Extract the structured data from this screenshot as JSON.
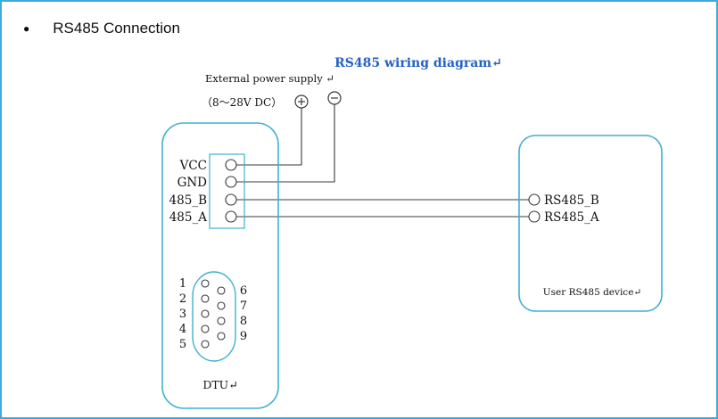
{
  "heading": {
    "bullet": "●",
    "text": "RS485 Connection"
  },
  "diagram": {
    "title": "RS485 wiring diagram↵",
    "power": {
      "label": "External power supply ↵",
      "voltage": "（8～28V DC）",
      "plus_icon": "+",
      "minus_icon": "−"
    },
    "dtu": {
      "pins": [
        "VCC",
        "GND",
        "485_B",
        "485_A"
      ],
      "db9_left": [
        "1",
        "2",
        "3",
        "4",
        "5"
      ],
      "db9_right": [
        "6",
        "7",
        "8",
        "9"
      ],
      "label": "DTU↵"
    },
    "device": {
      "pins": [
        "RS485_B",
        "RS485_A"
      ],
      "label": "User RS485 device↵"
    }
  },
  "colors": {
    "frame": "#41A8DC",
    "shape": "#3FB0D0",
    "title_blue": "#2461C5",
    "wire": "#3A3A3A"
  }
}
